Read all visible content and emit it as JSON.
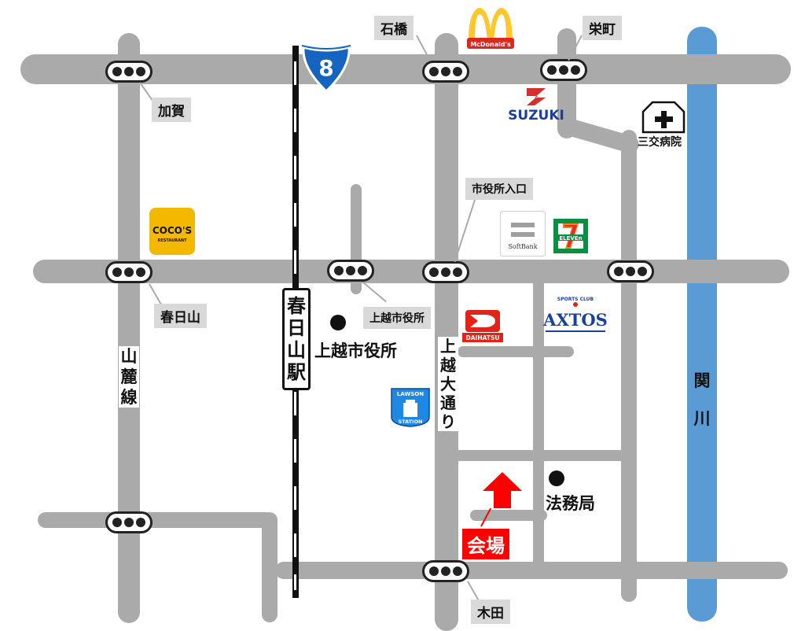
{
  "roads": {
    "top_road": {
      "name": ""
    },
    "middle_road": {
      "name": ""
    },
    "bottom_road": {
      "name": ""
    },
    "sanroku_line": {
      "name": "山麓線"
    },
    "joetsu_odori": {
      "name": "上越大通り"
    }
  },
  "river": {
    "name": "関川",
    "color": "#5b9bd5"
  },
  "railway": {
    "station_name": "春日山駅"
  },
  "route_shield": {
    "number": "8",
    "color": "#1565c0"
  },
  "signal_labels": {
    "kaga": "加賀",
    "ishibashi": "石橋",
    "sakaemachi": "栄町",
    "shiyakusho_iriguchi": "市役所入口",
    "kasugayama": "春日山",
    "joetsu_shiyakusho": "上越市役所",
    "kida": "木田"
  },
  "places": {
    "city_hall": "上越市役所",
    "legal_affairs_bureau": "法務局",
    "hospital": "三交病院",
    "venue": "会場"
  },
  "logos": {
    "mcdonalds": "McDonald's",
    "suzuki": "SUZUKI",
    "cocos_top": "COCO'S",
    "cocos_bottom": "RESTAURANT",
    "softbank": "SoftBank",
    "seven_eleven": "ELEVEn",
    "daihatsu": "DAIHATSU",
    "axtos_top": "SPORTS CLUB",
    "axtos": "AXTOS",
    "lawson_top": "LAWSON",
    "lawson_bottom": "STATION"
  },
  "colors": {
    "road": "#aaaaaa",
    "venue_red": "#ff0000",
    "cocos_yellow": "#f5b800",
    "seven_green": "#0a8f45",
    "lawson_blue": "#1e88e5"
  }
}
